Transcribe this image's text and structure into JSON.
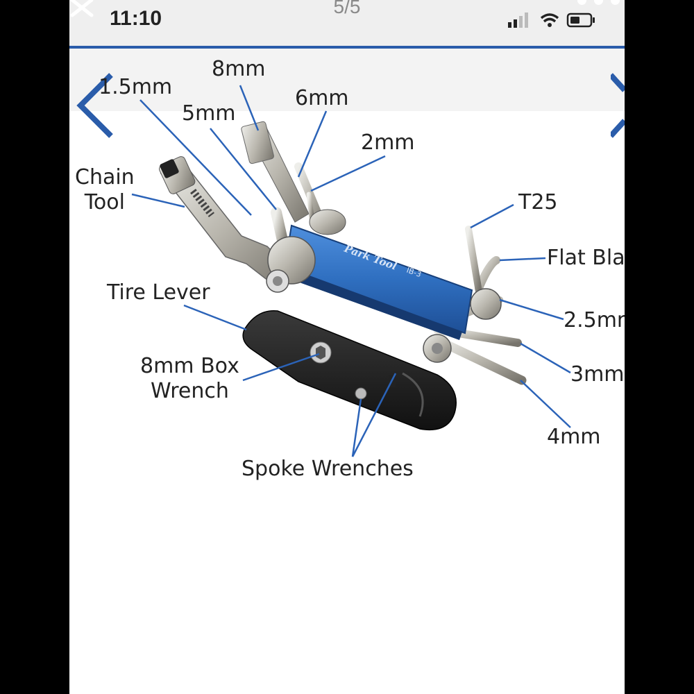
{
  "viewer": {
    "counter": "5/5"
  },
  "phone_status": {
    "time": "11:10"
  },
  "labels": {
    "chain_tool": "Chain\nTool",
    "mm_1_5": "1.5mm",
    "mm_8": "8mm",
    "mm_5": "5mm",
    "mm_6": "6mm",
    "mm_2": "2mm",
    "t25": "T25",
    "flat_blade": "Flat Bla",
    "mm_2_5": "2.5mn",
    "mm_3": "3mm",
    "mm_4": "4mm",
    "tire_lever": "Tire Lever",
    "box_wrench": "8mm Box\nWrench",
    "spoke_wrenches": "Spoke Wrenches"
  },
  "tool_brand": "Park Tool",
  "tool_model": "IB-3",
  "colors": {
    "nav_blue": "#2a5caa",
    "tool_blue": "#2f6fc0",
    "leader": "#2b63b8"
  }
}
